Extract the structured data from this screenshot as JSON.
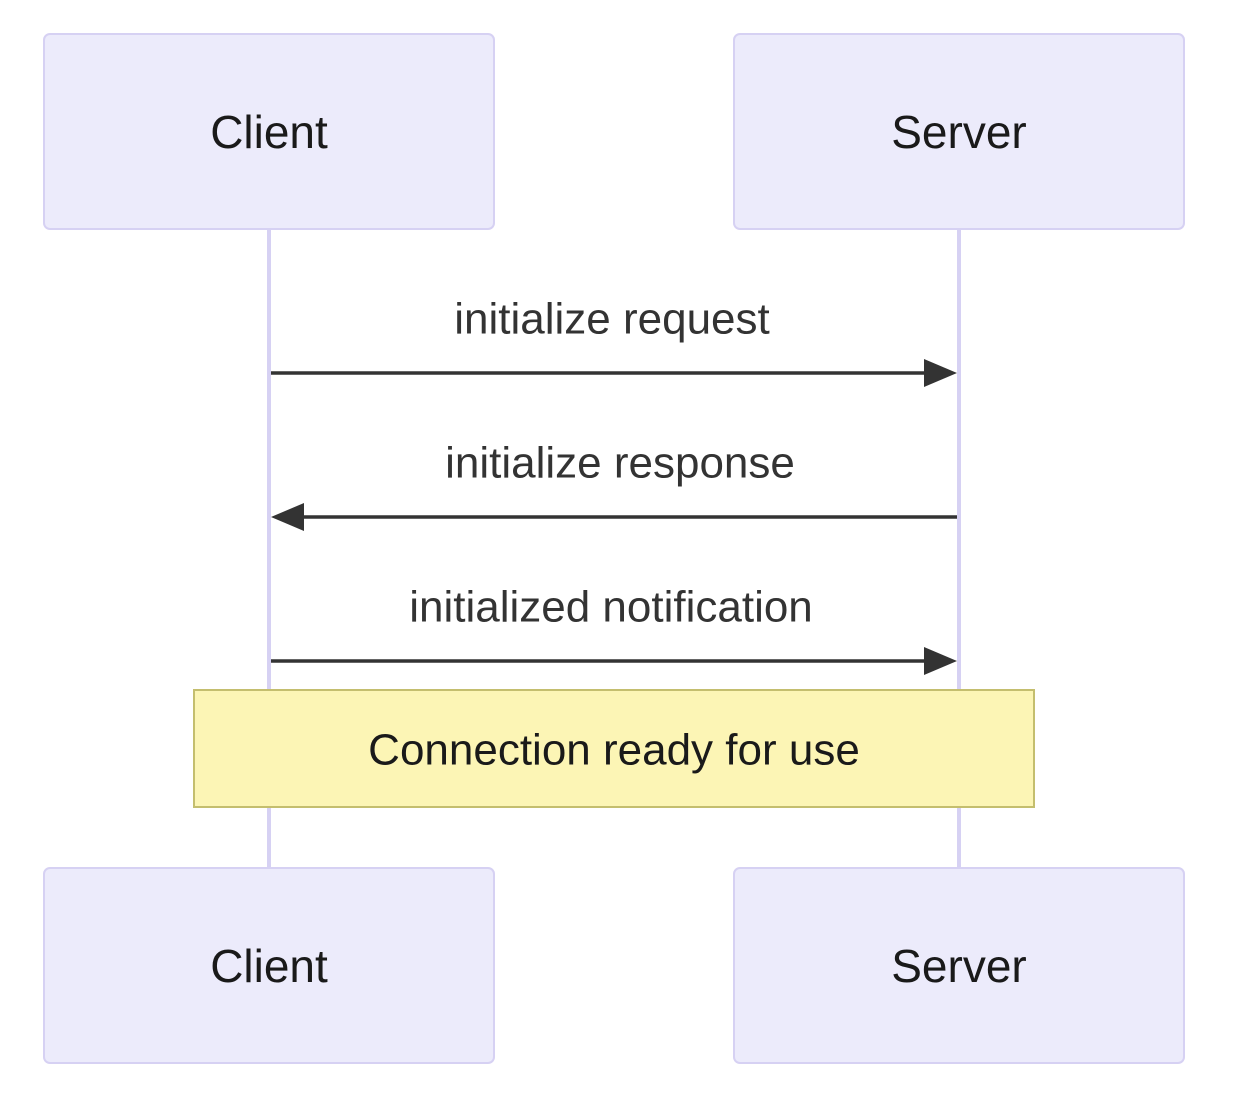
{
  "participants": {
    "client": {
      "top_label": "Client",
      "bottom_label": "Client"
    },
    "server": {
      "top_label": "Server",
      "bottom_label": "Server"
    }
  },
  "messages": [
    {
      "label": "initialize request",
      "from": "Client",
      "to": "Server"
    },
    {
      "label": "initialize response",
      "from": "Server",
      "to": "Client"
    },
    {
      "label": "initialized notification",
      "from": "Client",
      "to": "Server"
    }
  ],
  "note": {
    "label": "Connection ready for use"
  },
  "colors": {
    "actor_fill": "#ECEBFB",
    "actor_stroke": "#D6D1F3",
    "lifeline": "#D6D1F3",
    "arrow": "#333333",
    "note_fill": "#FCF5B5",
    "note_stroke": "#C4BE6E"
  }
}
